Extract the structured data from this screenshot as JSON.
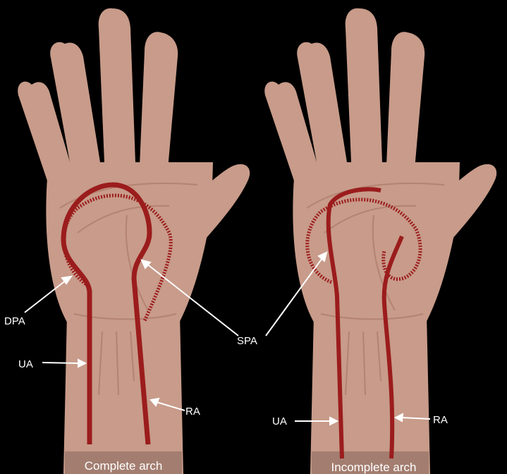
{
  "labels": {
    "dpa": "DPA",
    "ua_left": "UA",
    "ra_left": "RA",
    "spa": "SPA",
    "ua_right": "UA",
    "ra_right": "RA"
  },
  "captions": {
    "left": "Complete arch",
    "right": "Incomplete arch"
  },
  "colors": {
    "background": "#000000",
    "skin": "#c89b8a",
    "skin_shadow": "#b48372",
    "artery": "#9b1c1c",
    "label": "#ffffff"
  }
}
